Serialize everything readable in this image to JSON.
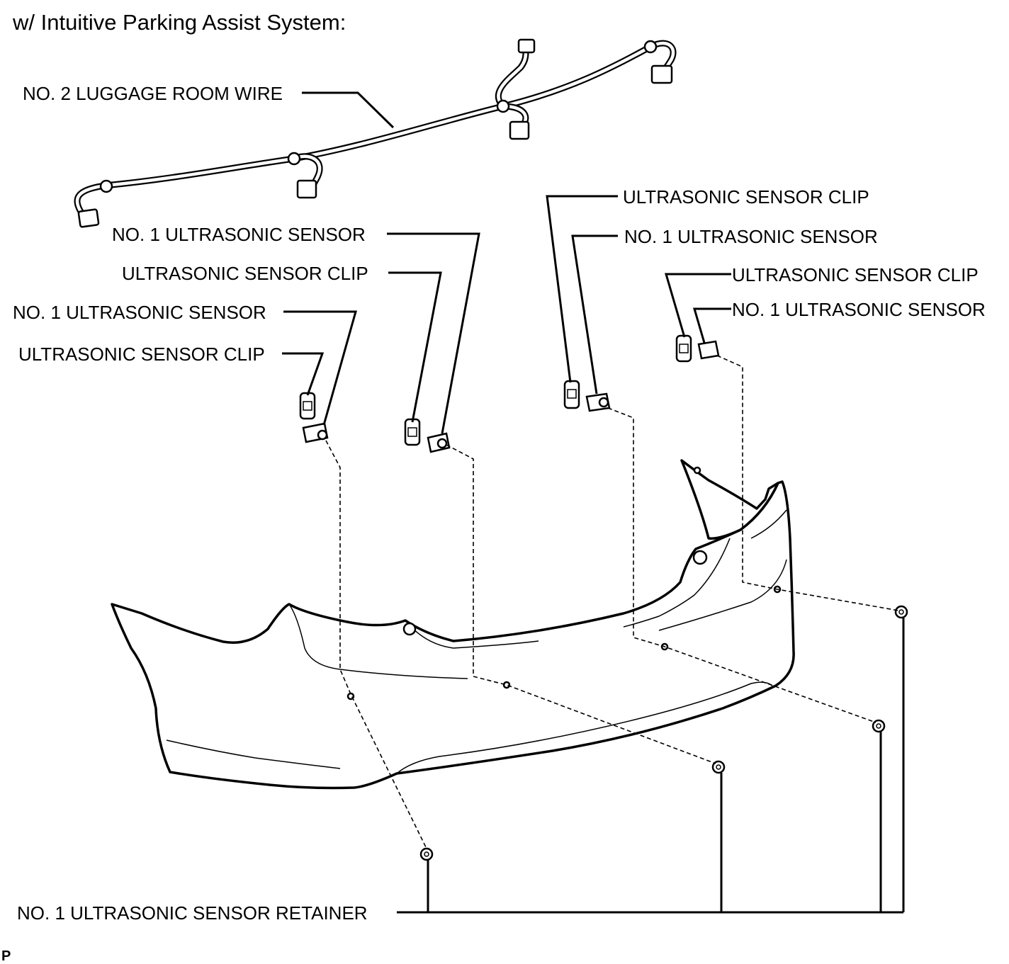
{
  "title": "w/ Intuitive Parking Assist System:",
  "labels": {
    "luggage_wire": "NO. 2 LUGGAGE ROOM WIRE",
    "sensor": "NO. 1 ULTRASONIC SENSOR",
    "clip": "ULTRASONIC SENSOR CLIP",
    "retainer": "NO. 1 ULTRASONIC SENSOR RETAINER"
  },
  "footer_code": "P"
}
